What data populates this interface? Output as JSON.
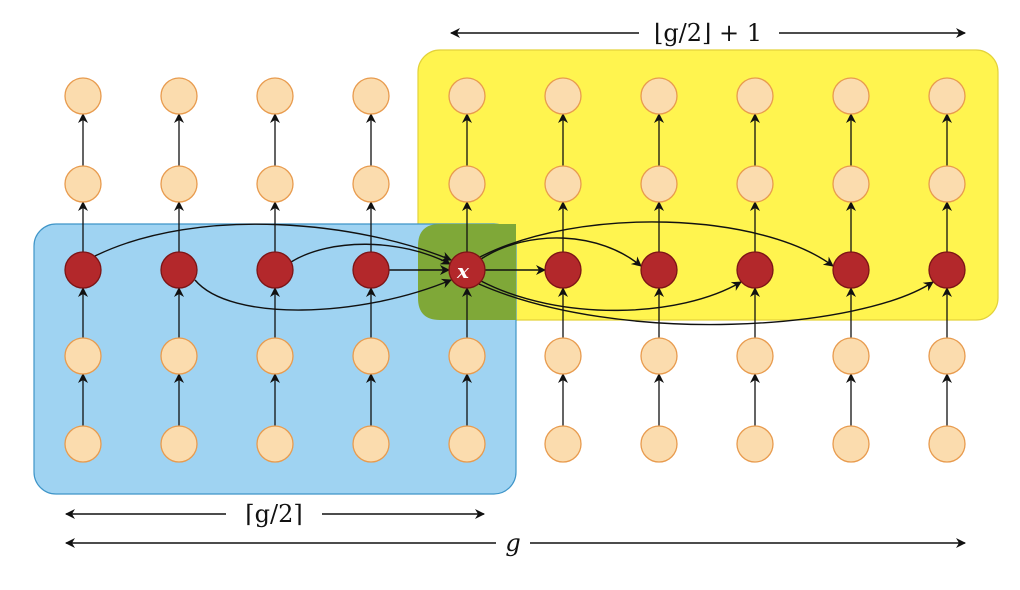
{
  "labels": {
    "top_span": "⌊g/2⌋ + 1",
    "left_span": "⌈g/2⌉",
    "total_span": "g",
    "center_node": "x"
  },
  "colors": {
    "left_region": "#9fd3f2",
    "right_region": "#fff44f",
    "overlap_region": "#7fa838",
    "node_light": "#fbdcae",
    "node_dark": "#b3282b"
  },
  "structure": {
    "columns": 10,
    "left_region_columns": 5,
    "right_region_columns": 6,
    "shared_column": 5
  }
}
